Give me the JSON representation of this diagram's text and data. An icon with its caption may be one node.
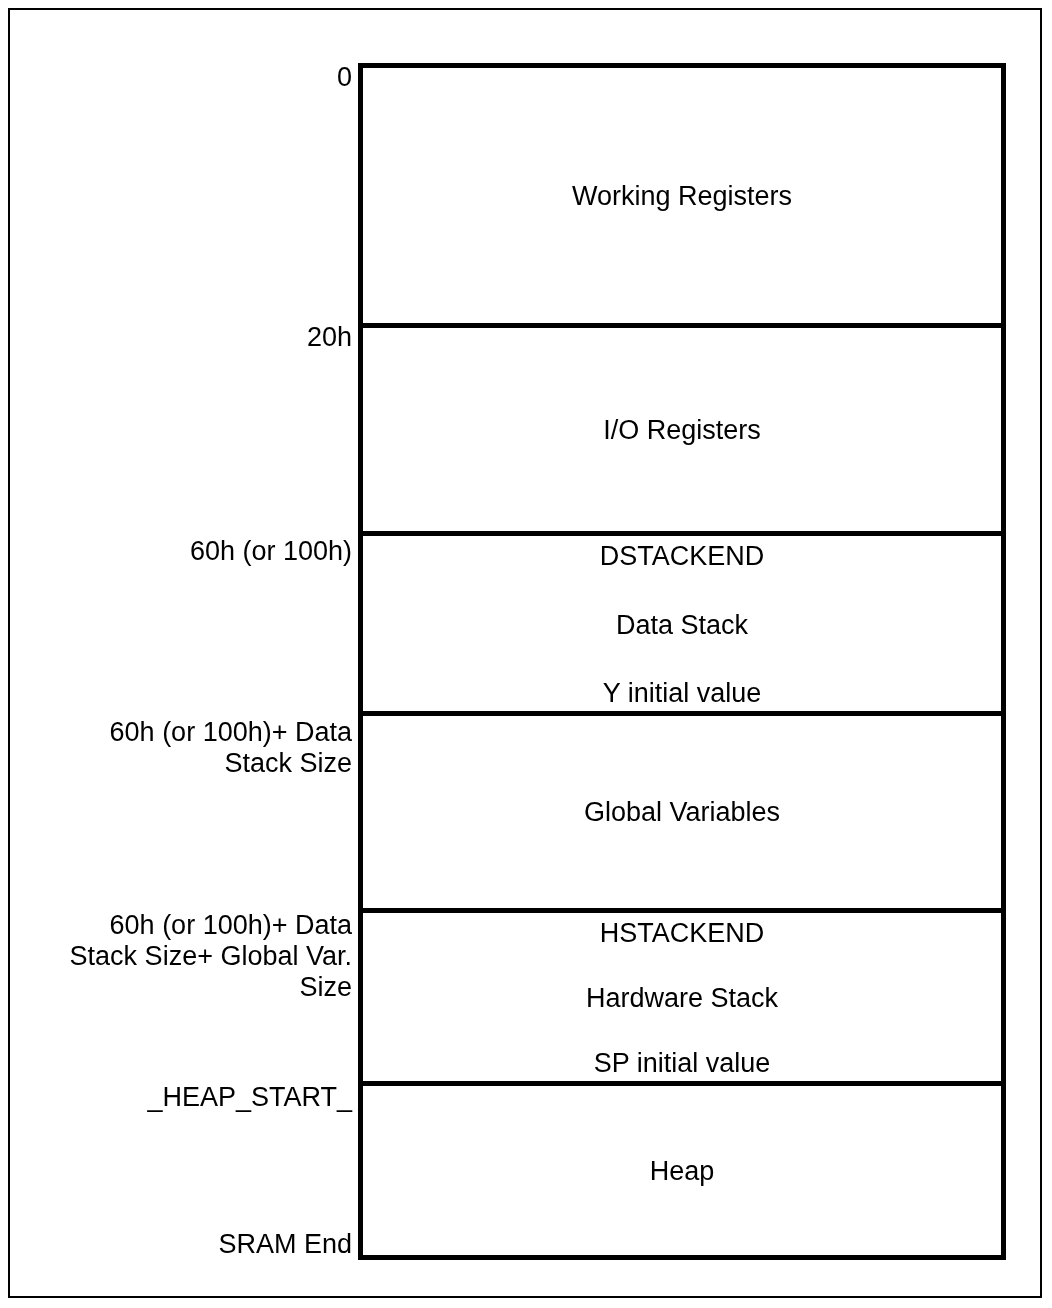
{
  "diagram": {
    "nodes": [
      {
        "text": [
          "Working Registers"
        ]
      },
      {
        "text": [
          "I/O Registers"
        ]
      },
      {
        "text": [
          "DSTACKEND",
          "Data Stack",
          "Y initial value"
        ]
      },
      {
        "text": [
          "Global Variables"
        ]
      },
      {
        "text": [
          "HSTACKEND",
          "Hardware Stack",
          "SP initial value"
        ]
      },
      {
        "text": [
          "Heap"
        ]
      }
    ],
    "labels": [
      "0",
      "20h",
      "60h (or 100h)",
      "60h (or 100h)+ Data Stack Size",
      "60h (or 100h)+ Data Stack Size+ Global Var. Size",
      "_HEAP_START_",
      "SRAM End"
    ]
  }
}
